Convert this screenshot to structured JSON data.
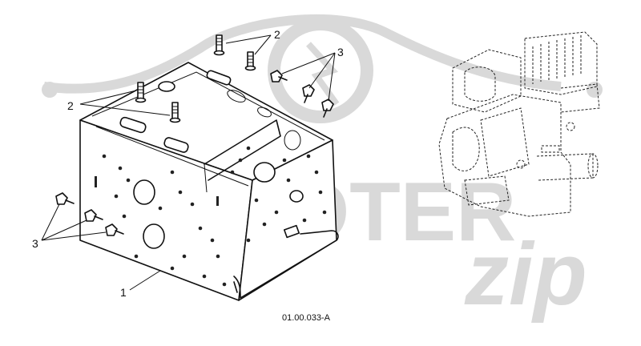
{
  "diagram": {
    "code": "01.00.033-A",
    "callouts": [
      {
        "label": "2"
      },
      {
        "label": "3"
      },
      {
        "label": "2"
      },
      {
        "label": "3"
      },
      {
        "label": "1"
      }
    ]
  },
  "watermark": {
    "word": "SCOOTER",
    "script": "zip"
  }
}
